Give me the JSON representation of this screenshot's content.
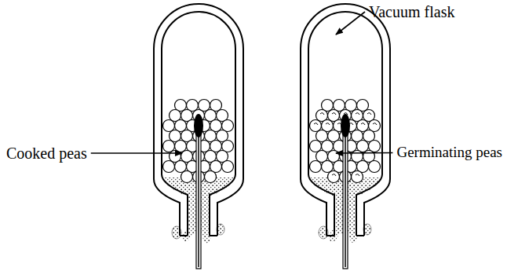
{
  "diagram": {
    "labels": [
      "Vacuum flask",
      "Cooked peas",
      "Germinating peas"
    ]
  }
}
